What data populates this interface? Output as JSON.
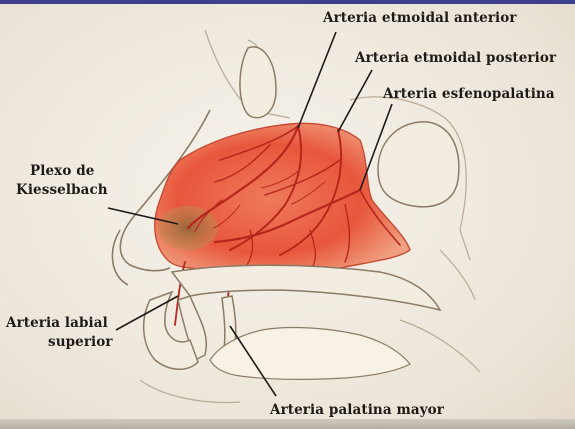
{
  "labels": {
    "etmoidal_anterior": "Arteria etmoidal anterior",
    "etmoidal_posterior": "Arteria etmoidal posterior",
    "esfenopalatina": "Arteria esfenopalatina",
    "plexo_line1": "Plexo de",
    "plexo_line2": "Kiesselbach",
    "labial_line1": "Arteria labial",
    "labial_line2": "superior",
    "palatina_mayor": "Arteria palatina mayor"
  },
  "colors": {
    "mucosa": "#e8563c",
    "mucosa_light": "#f4a58a",
    "vessel": "#b7261c",
    "plexo": "#9a6b3c",
    "bone_outline": "#6b5a48",
    "leader_line": "#1e1a17",
    "background": "#efe9df"
  }
}
